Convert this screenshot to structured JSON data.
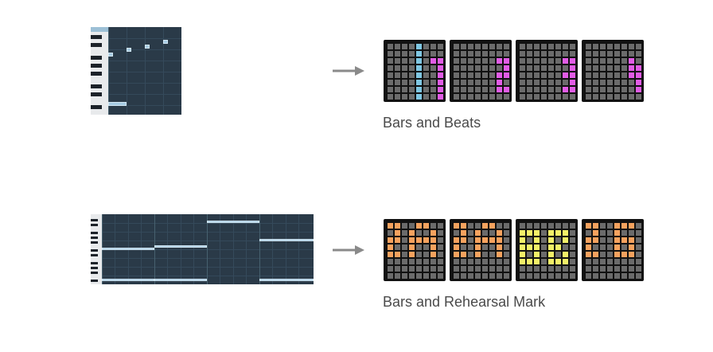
{
  "captions": {
    "beats": "Bars and Beats",
    "rehearsal": "Bars and Rehearsal Mark"
  },
  "colors": {
    "background": "#ffffff",
    "piano_roll_bg": "#2a3a48",
    "note": "#a6cbe3",
    "cell_off": "#6b6b6b",
    "frame": "#111111",
    "cyan": "#7fc7e3",
    "magenta": "#e25ce6",
    "orange": "#f6a25e",
    "yellow": "#f3f068",
    "arrow": "#8a8a8a"
  },
  "icons": [
    "arrow-right-icon",
    "piano-keyboard-icon"
  ],
  "displays": {
    "beats": [
      {
        "name": "display-beat-1",
        "pixels": [
          "....C...",
          "....C...",
          "....C.MM",
          "....C..M",
          "....C..M",
          "....C..M",
          "....C..M",
          "....C..M"
        ]
      },
      {
        "name": "display-beat-2",
        "pixels": [
          "........",
          "........",
          "......MM",
          ".......M",
          "......MM",
          "......M.",
          "......MM",
          "........"
        ]
      },
      {
        "name": "display-beat-3",
        "pixels": [
          "........",
          "........",
          "......MM",
          ".......M",
          "......MM",
          ".......M",
          "......MM",
          "........"
        ]
      },
      {
        "name": "display-beat-4",
        "pixels": [
          "........",
          "........",
          "......M.",
          "......MM",
          "......MM",
          ".......M",
          ".......M",
          "........"
        ]
      }
    ],
    "rehearsal": [
      {
        "name": "display-mark-1",
        "pixels": [
          "OO..OO..",
          ".O.O..O.",
          "OO.OOOO.",
          "O..O..O.",
          "OO.O..O.",
          "........",
          "........",
          "........"
        ]
      },
      {
        "name": "display-mark-2",
        "pixels": [
          "OO..OO..",
          ".O.O..O.",
          "OO.OOOO.",
          "O..O..O.",
          "OO.O..O.",
          "........",
          "........",
          "........"
        ]
      },
      {
        "name": "display-mark-3",
        "pixels": [
          "........",
          "YYY.YYY.",
          "Y.Y.Y.Y.",
          "YYY.YY..",
          "Y.Y.Y.Y.",
          "YYY.YYY.",
          "........",
          "........"
        ]
      },
      {
        "name": "display-mark-4",
        "pixels": [
          "OO..OOO.",
          ".O..O...",
          "OO..OOO.",
          "O...O.O.",
          "OO..OOO.",
          "........",
          "........",
          "........"
        ]
      }
    ]
  }
}
